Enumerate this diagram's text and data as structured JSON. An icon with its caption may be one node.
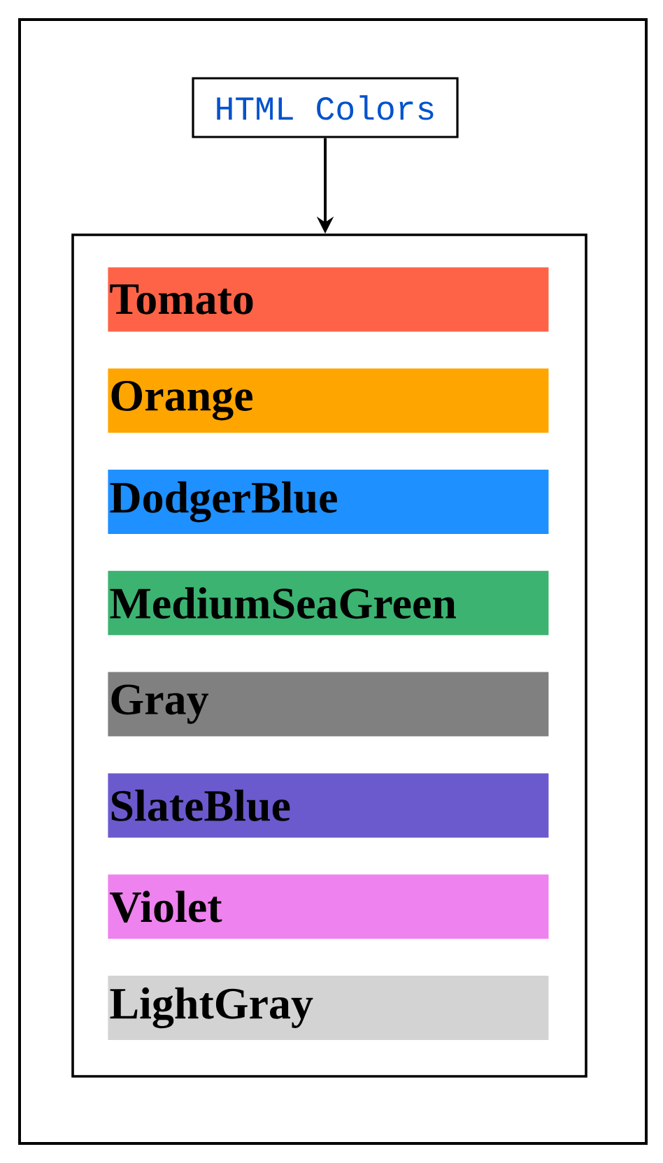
{
  "diagram": {
    "nodes": [
      {
        "text": [
          "HTML Colors"
        ]
      },
      {
        "text": [],
        "shape": "box"
      },
      {
        "text": [
          "Tomato"
        ],
        "in": 1
      },
      {
        "text": [
          "Orange"
        ],
        "in": 1
      },
      {
        "text": [
          "DodgerBlue"
        ],
        "in": 1
      },
      {
        "text": [
          "MediumSeaGreen"
        ],
        "in": 1
      },
      {
        "text": [
          "Gray"
        ],
        "in": 1
      },
      {
        "text": [
          "SlateBlue"
        ],
        "in": 1
      },
      {
        "text": [
          "Violet"
        ],
        "in": 1
      },
      {
        "text": [
          "LightGray"
        ],
        "in": 1
      }
    ],
    "edges": [
      {
        "from": 0,
        "to": 1,
        "arrow": "to"
      }
    ]
  }
}
